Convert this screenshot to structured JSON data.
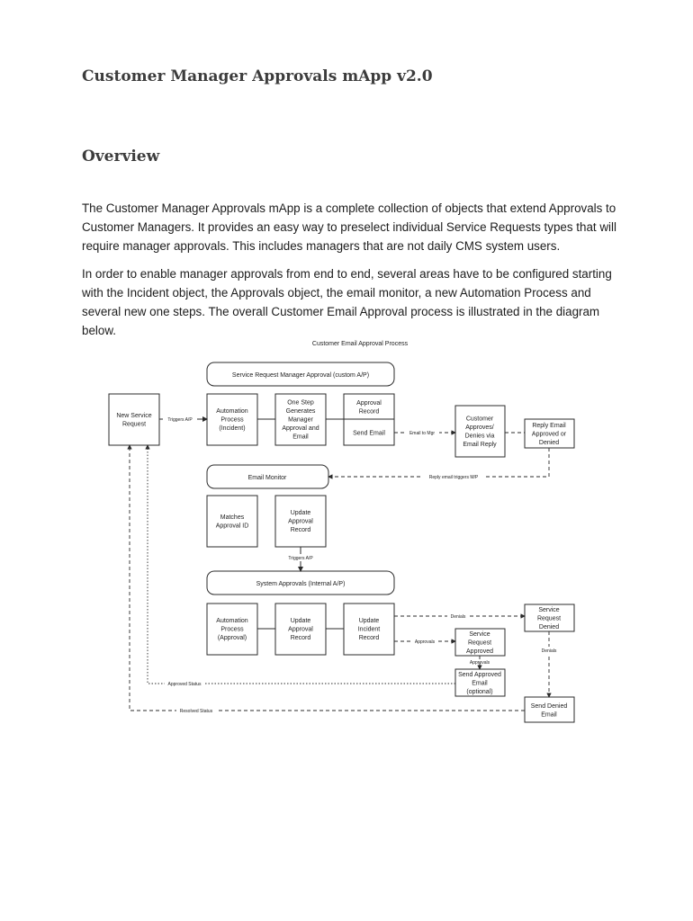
{
  "document": {
    "title": "Customer Manager Approvals mApp v2.0",
    "overview_heading": "Overview",
    "paragraph1": "The Customer Manager Approvals mApp is a complete collection of objects that extend Approvals to Customer Managers. It provides an easy way to preselect individual Service Requests types that will require manager approvals. This includes managers that are not daily CMS system users.",
    "paragraph2": "In order to enable manager approvals from end to end, several areas have to be configured starting with the Incident object, the Approvals object, the email monitor, a new Automation Process and several new one steps. The overall Customer Email Approval process is illustrated in the diagram below."
  },
  "diagram": {
    "title": "Customer Email Approval Process",
    "groups": {
      "sr_manager_approval": "Service Request Manager Approval (custom A/P)",
      "email_monitor": "Email Monitor",
      "system_approvals": "System Approvals (Internal A/P)"
    },
    "boxes": {
      "new_service_request": [
        "New Service",
        "Request"
      ],
      "automation_incident": [
        "Automation",
        "Process",
        "(Incident)"
      ],
      "one_step": [
        "One Step",
        "Generates",
        "Manager",
        "Approval and",
        "Email"
      ],
      "approval_record": [
        "Approval",
        "Record"
      ],
      "send_email": [
        "Send Email"
      ],
      "customer_approves": [
        "Customer",
        "Approves/",
        "Denies via",
        "Email Reply"
      ],
      "reply_email": [
        "Reply Email",
        "Approved or",
        "Denied"
      ],
      "matches_approval_id": [
        "Matches",
        "Approval ID"
      ],
      "update_approval_record_1": [
        "Update",
        "Approval",
        "Record"
      ],
      "automation_approval": [
        "Automation",
        "Process",
        "(Approval)"
      ],
      "update_approval_record_2": [
        "Update",
        "Approval",
        "Record"
      ],
      "update_incident_record": [
        "Update",
        "Incident",
        "Record"
      ],
      "sr_denied": [
        "Service",
        "Request",
        "Denied"
      ],
      "sr_approved": [
        "Service",
        "Request",
        "Approved"
      ],
      "send_approved_email": [
        "Send Approved",
        "Email",
        "(optional)"
      ],
      "send_denied_email": [
        "Send Denied",
        "Email"
      ]
    },
    "connectors": {
      "triggers_ap_1": "Triggers A/P",
      "email_to_mgr": "Email to Mgr",
      "reply_triggers": "Reply email triggers M/P",
      "triggers_ap_2": "Triggers A/P",
      "denials_1": "Denials",
      "approvals_1": "Approvals",
      "approvals_2": "Approvals",
      "denials_2": "Denials",
      "approved_status": "Approved Status",
      "resolved_status": "Resolved Status"
    }
  }
}
